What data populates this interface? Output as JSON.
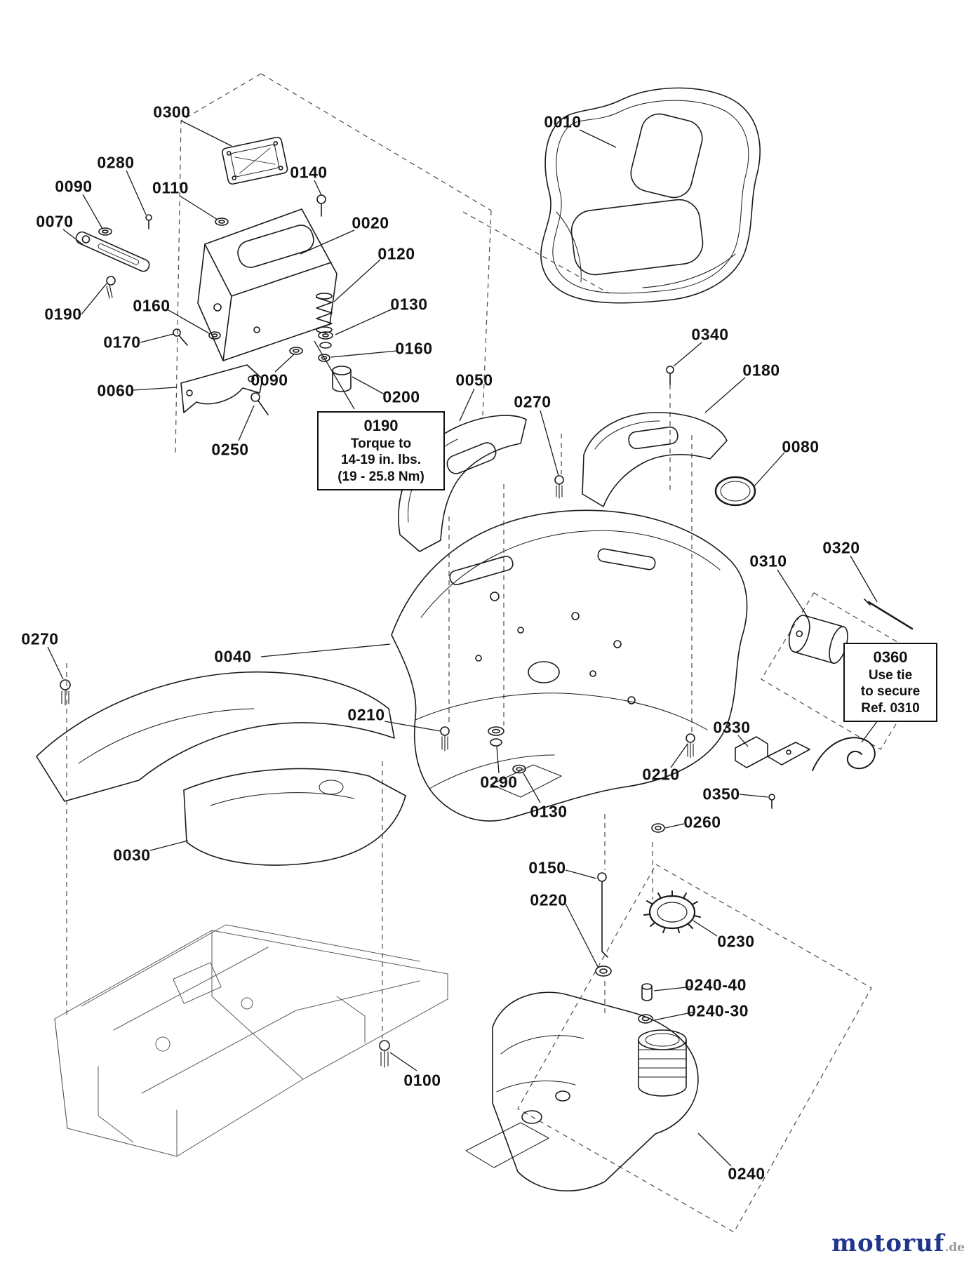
{
  "diagram": {
    "kind": "exploded-parts-diagram"
  },
  "labels": [
    {
      "text": "0300"
    },
    {
      "text": "0280"
    },
    {
      "text": "0090"
    },
    {
      "text": "0110"
    },
    {
      "text": "0140"
    },
    {
      "text": "0070"
    },
    {
      "text": "0020"
    },
    {
      "text": "0120"
    },
    {
      "text": "0190"
    },
    {
      "text": "0160"
    },
    {
      "text": "0130"
    },
    {
      "text": "0170"
    },
    {
      "text": "0160"
    },
    {
      "text": "0060"
    },
    {
      "text": "0090"
    },
    {
      "text": "0200"
    },
    {
      "text": "0250"
    },
    {
      "text": "0050"
    },
    {
      "text": "0270"
    },
    {
      "text": "0340"
    },
    {
      "text": "0180"
    },
    {
      "text": "0010"
    },
    {
      "text": "0080"
    },
    {
      "text": "0310"
    },
    {
      "text": "0320"
    },
    {
      "text": "0270"
    },
    {
      "text": "0040"
    },
    {
      "text": "0210"
    },
    {
      "text": "0290"
    },
    {
      "text": "0130"
    },
    {
      "text": "0330"
    },
    {
      "text": "0210"
    },
    {
      "text": "0350"
    },
    {
      "text": "0260"
    },
    {
      "text": "0030"
    },
    {
      "text": "0150"
    },
    {
      "text": "0220"
    },
    {
      "text": "0230"
    },
    {
      "text": "0240-40"
    },
    {
      "text": "0240-30"
    },
    {
      "text": "0100"
    },
    {
      "text": "0240"
    }
  ],
  "notes": {
    "torque": {
      "id": "0190",
      "line1": "Torque to",
      "line2": "14-19 in. lbs.",
      "line3": "(19 - 25.8 Nm)"
    },
    "tie": {
      "id": "0360",
      "line1": "Use tie",
      "line2": "to secure",
      "line3": "Ref. 0310"
    }
  },
  "watermark": {
    "brand": "motoruf",
    "suffix": ".de"
  }
}
